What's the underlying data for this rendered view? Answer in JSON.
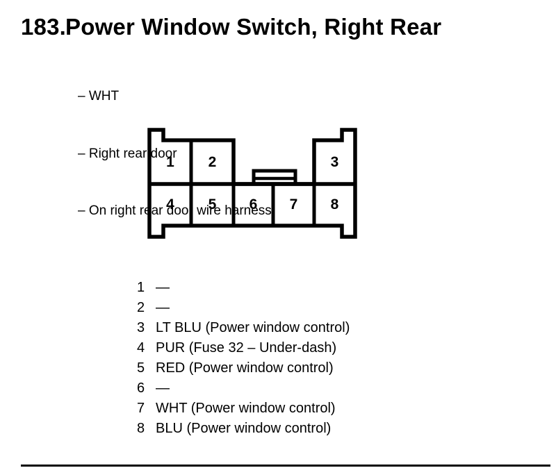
{
  "document": {
    "item_number": "183.",
    "title": "Power Window Switch, Right Rear",
    "notes": [
      "– WHT",
      "– Right rear door",
      "– On right rear door wire harness"
    ]
  },
  "connector": {
    "pins": [
      "1",
      "2",
      "3",
      "4",
      "5",
      "6",
      "7",
      "8"
    ]
  },
  "pinout": [
    {
      "pin": "1",
      "desc": "—"
    },
    {
      "pin": "2",
      "desc": "—"
    },
    {
      "pin": "3",
      "desc": "LT BLU (Power window control)"
    },
    {
      "pin": "4",
      "desc": "PUR (Fuse 32 – Under-dash)"
    },
    {
      "pin": "5",
      "desc": "RED (Power window control)"
    },
    {
      "pin": "6",
      "desc": "—"
    },
    {
      "pin": "7",
      "desc": "WHT (Power window control)"
    },
    {
      "pin": "8",
      "desc": "BLU (Power window control)"
    }
  ],
  "colors": {
    "ink": "#000000",
    "paper": "#ffffff"
  }
}
